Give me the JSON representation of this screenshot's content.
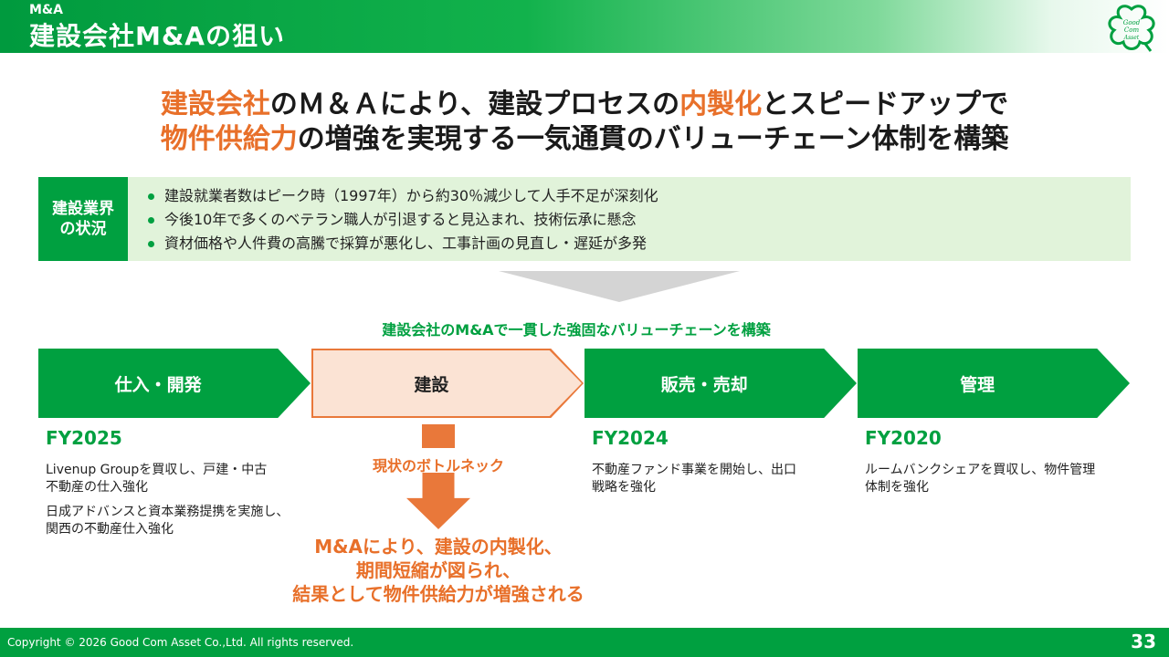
{
  "header": {
    "small": "M&A",
    "title": "建設会社M&Aの狙い",
    "logo_icon": "clover-logo-icon",
    "logo_lines": [
      "Good",
      "Com",
      "Asset"
    ]
  },
  "headline": {
    "line1": [
      {
        "text": "建設会社",
        "highlight": true
      },
      {
        "text": "のＭ＆Ａにより、建設プロセスの",
        "highlight": false
      },
      {
        "text": "内製化",
        "highlight": true
      },
      {
        "text": "とスピードアップで",
        "highlight": false
      }
    ],
    "line2": [
      {
        "text": "物件供給力",
        "highlight": true
      },
      {
        "text": "の増強を実現する一気通貫のバリューチェーン体制を構築",
        "highlight": false
      }
    ]
  },
  "situation": {
    "label_line1": "建設業界",
    "label_line2": "の状況",
    "items": [
      "建設就業者数はピーク時（1997年）から約30％減少して人手不足が深刻化",
      "今後10年で多くのベテラン職人が引退すると見込まれ、技術伝承に懸念",
      "資材価格や人件費の高騰で採算が悪化し、工事計画の見直し・遅延が多発"
    ]
  },
  "subtitle": "建設会社のM&Aで一貫した強固なバリューチェーンを構築",
  "chain": [
    {
      "label": "仕入・開発",
      "fy": "FY2025",
      "desc": [
        "Livenup  Groupを買収し、戸建・中古\n不動産の仕入強化",
        "日成アドバンスと資本業務提携を実施し、\n関西の不動産仕入強化"
      ]
    },
    {
      "label": "建設",
      "fy": "",
      "desc": []
    },
    {
      "label": "販売・売却",
      "fy": "FY2024",
      "desc": [
        "不動産ファンド事業を開始し、出口\n戦略を強化"
      ]
    },
    {
      "label": "管理",
      "fy": "FY2020",
      "desc": [
        "ルームバンクシェアを買収し、物件管理\n体制を強化"
      ]
    }
  ],
  "bottleneck": "現状のボトルネック",
  "result": [
    "M&Aにより、建設の内製化、",
    "期間短縮が図られ、",
    "結果として物件供給力が増強される"
  ],
  "footer": {
    "copyright": "Copyright © 2026 Good Com Asset Co.,Ltd. All rights reserved.",
    "page": "33"
  },
  "colors": {
    "green": "#00a040",
    "orange": "#e8702a",
    "light_green": "#e1f3da",
    "light_orange": "#fbe3d4"
  }
}
